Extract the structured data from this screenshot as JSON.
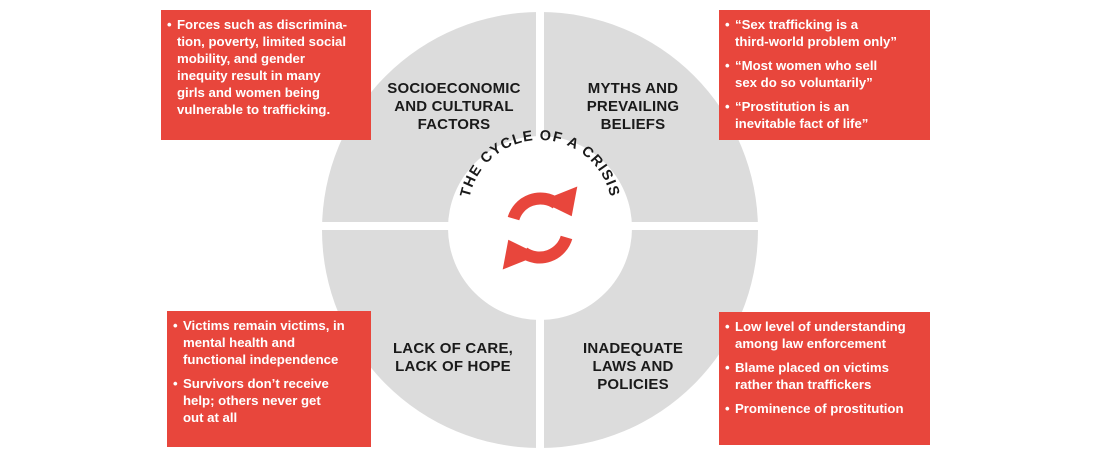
{
  "diagram": {
    "center_title": "THE CYCLE OF A CRISIS",
    "colors": {
      "circle_gray": "#dcdcdc",
      "accent_red": "#e8463c",
      "text_dark": "#1a1a1a"
    },
    "center_icon": "circular-arrows-icon",
    "quadrants": [
      {
        "id": "top-left",
        "title_lines": [
          "SOCIOECONOMIC",
          "AND CULTURAL",
          "FACTORS"
        ]
      },
      {
        "id": "top-right",
        "title_lines": [
          "MYTHS AND",
          "PREVAILING",
          "BELIEFS"
        ]
      },
      {
        "id": "bottom-left",
        "title_lines": [
          "LACK OF CARE,",
          "LACK OF HOPE"
        ]
      },
      {
        "id": "bottom-right",
        "title_lines": [
          "INADEQUATE",
          "LAWS AND",
          "POLICIES"
        ]
      }
    ],
    "callouts": [
      {
        "id": "top-left",
        "items": [
          "Forces such as discrimina-\ntion, poverty, limited social\nmobility, and gender\ninequity result in many\ngirls and women being\nvulnerable to trafficking."
        ]
      },
      {
        "id": "top-right",
        "items": [
          "“Sex trafficking is a\nthird-world problem only”",
          "“Most women who sell\nsex do so voluntarily”",
          "“Prostitution is an\ninevitable fact of life”"
        ]
      },
      {
        "id": "bottom-left",
        "items": [
          "Victims remain victims, in\nmental health and\nfunctional independence",
          "Survivors don’t receive\nhelp; others never get\nout at all"
        ]
      },
      {
        "id": "bottom-right",
        "items": [
          "Low level of understanding\namong law enforcement",
          "Blame placed on victims\nrather than traffickers",
          "Prominence of prostitution"
        ]
      }
    ]
  }
}
